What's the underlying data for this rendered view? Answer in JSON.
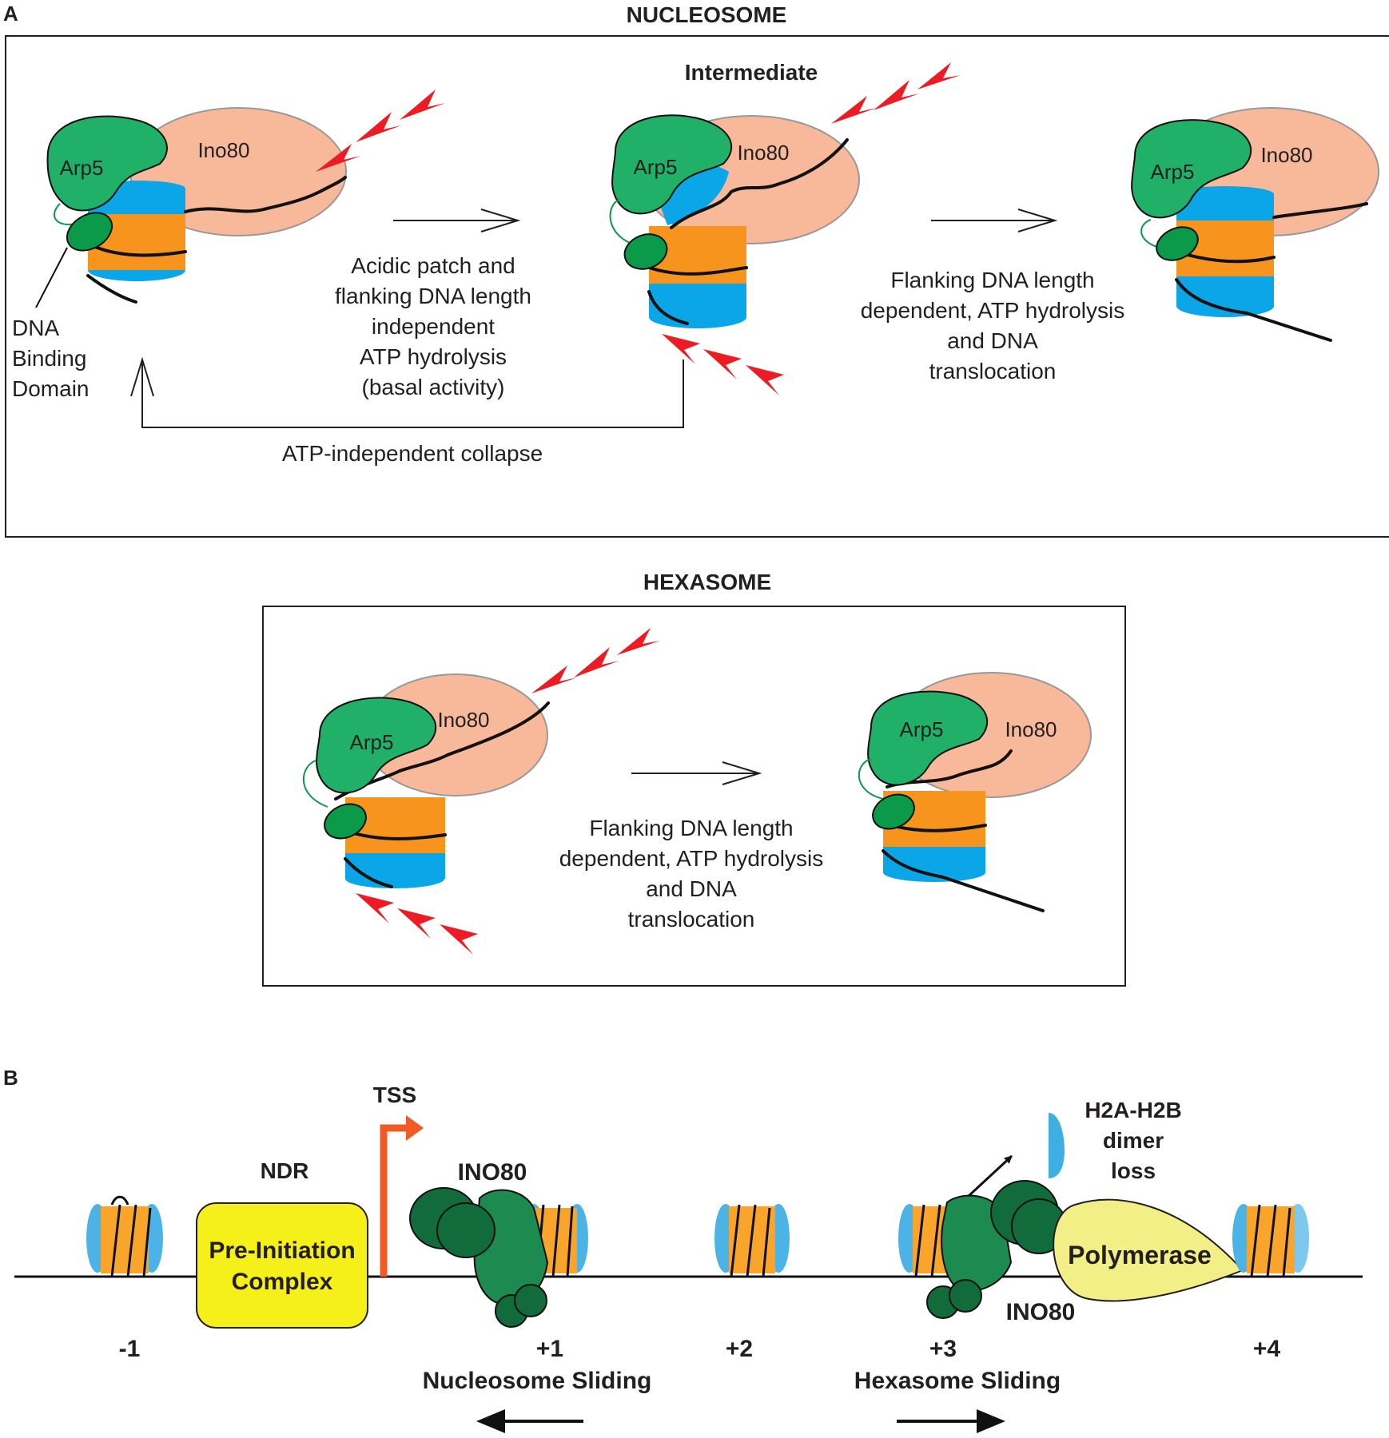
{
  "panel_a": {
    "letter": "A",
    "nucleosome_title": "NUCLEOSOME",
    "intermediate_label": "Intermediate",
    "arp5": "Arp5",
    "ino80": "Ino80",
    "dbd_line1": "DNA",
    "dbd_line2": "Binding",
    "dbd_line3": "Domain",
    "step1_text": [
      "Acidic patch and",
      "flanking DNA length",
      "independent",
      "ATP hydrolysis",
      "(basal activity)"
    ],
    "step2_text": [
      "Flanking DNA length",
      "dependent, ATP hydrolysis",
      "and DNA",
      "translocation"
    ],
    "collapse_text": "ATP-independent collapse",
    "hexasome_title": "HEXASOME",
    "hex_step_text": [
      "Flanking DNA length",
      "dependent, ATP hydrolysis",
      "and DNA",
      "translocation"
    ]
  },
  "panel_b": {
    "letter": "B",
    "tss": "TSS",
    "ndr": "NDR",
    "pic_line1": "Pre-Initiation",
    "pic_line2": "Complex",
    "ino80_top": "INO80",
    "ino80_bottom": "INO80",
    "dimer_line1": "H2A-H2B",
    "dimer_line2": "dimer",
    "dimer_line3": "loss",
    "polymerase": "Polymerase",
    "pos_m1": "-1",
    "pos_p1": "+1",
    "pos_p2": "+2",
    "pos_p3": "+3",
    "pos_p4": "+4",
    "nuc_sliding": "Nucleosome Sliding",
    "hex_sliding": "Hexasome Sliding"
  },
  "colors": {
    "arp5_green": "#21b068",
    "ino80_pink": "#f8b89a",
    "histone_blue": "#0aa6e8",
    "histone_orange": "#f7941d",
    "dbd_green": "#0b9a4a",
    "red_arrow": "#ed1c24",
    "ino80_complex_green": "#1d8a4f",
    "ino80_dark": "#116b3a",
    "pic_yellow": "#f5ef1a",
    "polymerase_yellow": "#f1ef86",
    "tss_orange": "#f15a24"
  }
}
